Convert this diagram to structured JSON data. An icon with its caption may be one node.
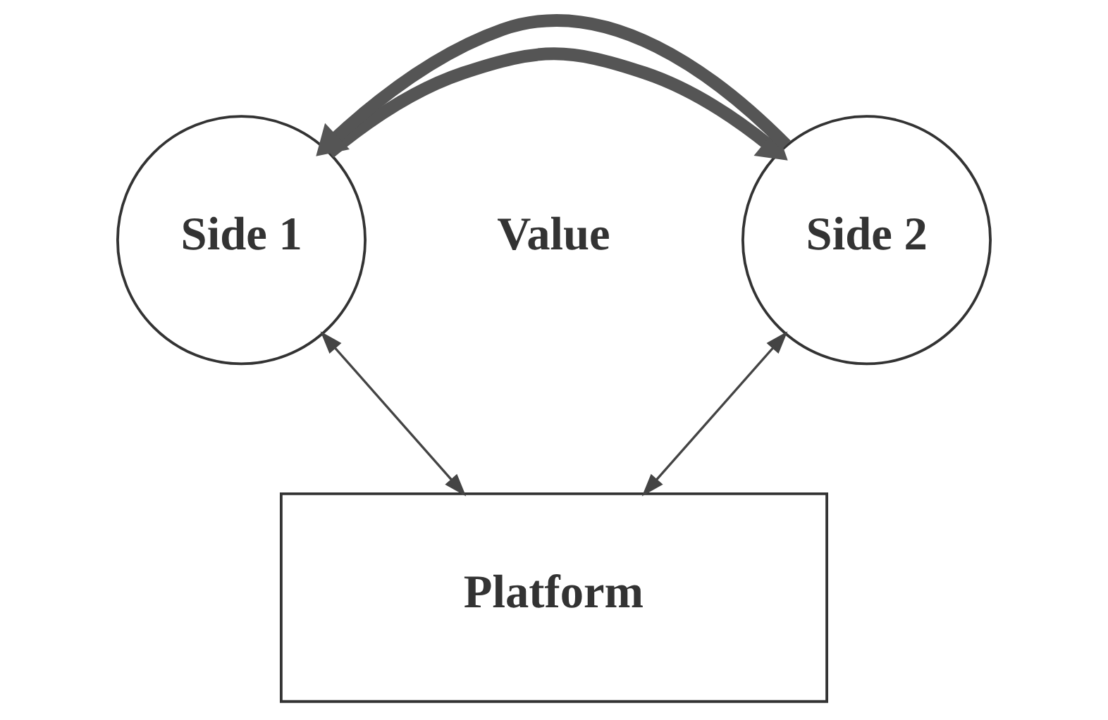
{
  "diagram": {
    "nodes": [
      {
        "text": [
          "Side 1"
        ]
      },
      {
        "text": [
          "Side 2"
        ]
      },
      {
        "text": [
          "Platform"
        ]
      }
    ],
    "edges": [
      {
        "from": 0,
        "to": 1,
        "arrow": "to",
        "style": "thick",
        "color": "#555555"
      },
      {
        "from": 1,
        "to": 0,
        "arrow": "to",
        "style": "thick",
        "color": "#555555"
      },
      {
        "from": 0,
        "to": 2,
        "arrow": "both"
      },
      {
        "from": 1,
        "to": 2,
        "arrow": "both"
      }
    ],
    "labels": [
      "Value"
    ]
  }
}
